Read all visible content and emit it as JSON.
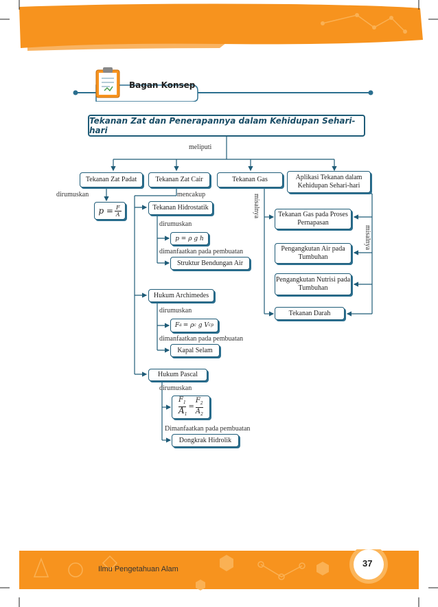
{
  "header": {
    "label": "Bagan Konsep"
  },
  "title": "Tekanan Zat dan Penerapannya dalam Kehidupan Sehari-hari",
  "connectors": {
    "meliputi": "meliputi",
    "dirumuskan": "dirumuskan",
    "mencakup": "mencakup",
    "misalnya_gas": "misalnya",
    "misalnya_app": "misalnya",
    "dirumuskan_hidro": "dirumuskan",
    "dimanfaatkan_hidro": "dimanfaatkan pada pembuatan",
    "dirumuskan_arch": "dirumuskan",
    "dimanfaatkan_arch": "dimanfaatkan pada pembuatan",
    "dirumuskan_pascal": "dirumuskan",
    "dimanfaatkan_pascal": "Dimanfaatkan pada pembuatan"
  },
  "nodes": {
    "padat": "Tekanan Zat Padat",
    "cair": "Tekanan Zat Cair",
    "gas": "Tekanan Gas",
    "aplikasi": "Aplikasi Tekanan dalam Kehidupan Sehari-hari",
    "hidrostatik": "Tekanan Hidrostatik",
    "bendungan": "Struktur Bendungan Air",
    "archimedes": "Hukum Archimedes",
    "kapal": "Kapal Selam",
    "pascal": "Hukum Pascal",
    "dongkrak": "Dongkrak Hidrolik",
    "pernapasan": "Tekanan Gas pada Proses Pernapasan",
    "air_tumbuhan": "Pengangkutan Air pada Tumbuhan",
    "nutrisi": "Pengangkutan Nutrisi pada Tumbuhan",
    "darah": "Tekanan Darah"
  },
  "formulas": {
    "padat": {
      "lhs": "p =",
      "num": "F",
      "den": "A"
    },
    "hidro": "p = ρ g h",
    "arch": {
      "fa": "F",
      "fa_sub": "a",
      "eq": "= ρ",
      "rho_sub": "c",
      "g": "g V",
      "v_sub": "cp"
    },
    "pascal": {
      "f1": "F",
      "s1": "1",
      "a1": "A",
      "t1": "1",
      "f2": "F",
      "s2": "2",
      "a2": "A",
      "t2": "2",
      "eq": "="
    }
  },
  "footer": {
    "book": "Ilmu Pengetahuan Alam",
    "page": "37"
  },
  "colors": {
    "orange": "#f7931e",
    "line": "#1f5c78",
    "accent": "#2b6f8f"
  }
}
